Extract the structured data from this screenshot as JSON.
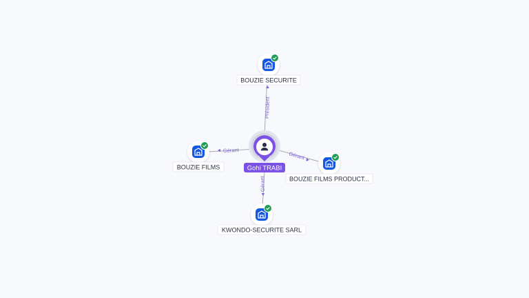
{
  "center": {
    "name": "Gohi TRABI",
    "icon": "person-icon",
    "color": "#7c52e6"
  },
  "companies": [
    {
      "id": "top",
      "name": "BOUZIE SECURITE",
      "relation": "Président",
      "icon": "building-icon",
      "verified": true
    },
    {
      "id": "left",
      "name": "BOUZIE FILMS",
      "relation": "Gérant",
      "icon": "building-icon",
      "verified": true
    },
    {
      "id": "right",
      "name": "BOUZIE FILMS PRODUCT...",
      "relation": "Gérant",
      "icon": "building-icon",
      "verified": true
    },
    {
      "id": "bottom",
      "name": "KWONDO-SECURITE SARL",
      "relation": "Gérant",
      "icon": "building-icon",
      "verified": true
    }
  ],
  "colors": {
    "company_icon": "#1457e0",
    "verified_badge": "#1f9d55",
    "relation_text": "#7b67d6",
    "edge": "#a6a9b4"
  }
}
